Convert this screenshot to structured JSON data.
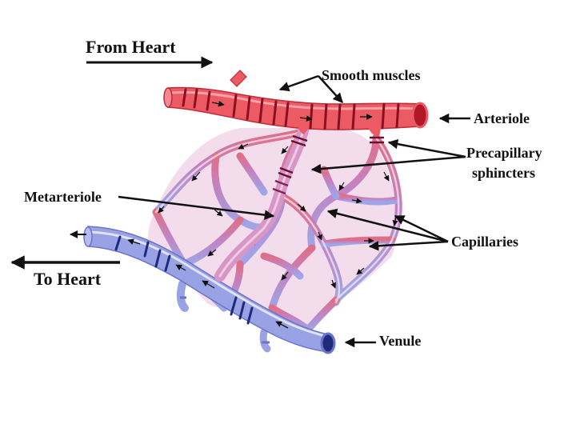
{
  "labels": {
    "from_heart": "From Heart",
    "to_heart": "To Heart",
    "smooth_muscles": "Smooth muscles",
    "arteriole": "Arteriole",
    "precapillary_line1": "Precapillary",
    "precapillary_line2": "sphincters",
    "metarteriole": "Metarteriole",
    "capillaries": "Capillaries",
    "venule": "Venule"
  },
  "colors": {
    "arterial": "#ec5a64",
    "arterial_dark": "#b01828",
    "mixed": "#c07ab8",
    "venous": "#9aa2e6",
    "venous_dark": "#1f2a7a",
    "ink": "#111111"
  }
}
